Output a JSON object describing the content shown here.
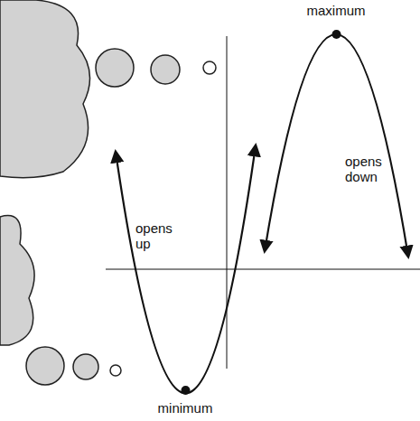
{
  "diagram": {
    "labels": [
      "maximum",
      "opens down",
      "opens up",
      "minimum"
    ]
  }
}
